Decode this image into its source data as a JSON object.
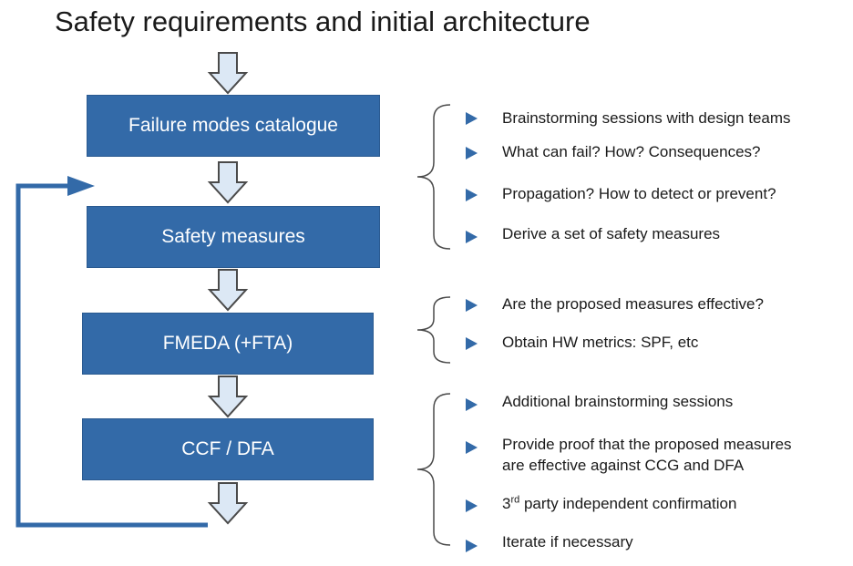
{
  "title": "Safety requirements and initial architecture",
  "steps": [
    {
      "label": "Failure modes catalogue"
    },
    {
      "label": "Safety measures"
    },
    {
      "label": "FMEDA (+FTA)"
    },
    {
      "label": "CCF / DFA"
    }
  ],
  "groups": [
    {
      "items": [
        "Brainstorming sessions with design teams",
        "What can fail? How? Consequences?",
        "Propagation? How to detect or prevent?",
        "Derive a set of safety measures"
      ]
    },
    {
      "items": [
        "Are the proposed measures effective?",
        "Obtain HW metrics: SPF, etc"
      ]
    },
    {
      "items": [
        "Additional brainstorming sessions",
        "Provide proof that the proposed measures",
        "are effective against CCG and DFA",
        "3",
        "rd",
        " party independent confirmation",
        "Iterate if necessary"
      ]
    }
  ],
  "colors": {
    "box": "#336aa8",
    "arrow_fill": "#dce8f5",
    "arrow_stroke": "#4a4a4a"
  }
}
